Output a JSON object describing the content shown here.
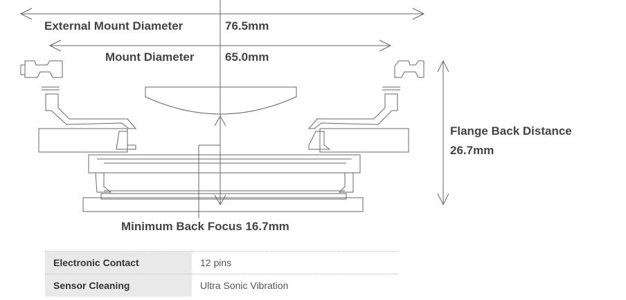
{
  "labels": {
    "external_mount": "External Mount Diameter",
    "external_mount_value": "76.5mm",
    "mount": "Mount Diameter",
    "mount_value": "65.0mm",
    "flange_line1": "Flange Back Distance",
    "flange_line2": "26.7mm",
    "min_back_focus": "Minimum Back Focus 16.7mm"
  },
  "specs": [
    {
      "key": "Electronic Contact",
      "value": "12 pins"
    },
    {
      "key": "Sensor Cleaning",
      "value": "Ultra Sonic Vibration"
    }
  ],
  "colors": {
    "line": "#666666",
    "text": "#444444",
    "table_key_bg": "#e9e9e9"
  }
}
